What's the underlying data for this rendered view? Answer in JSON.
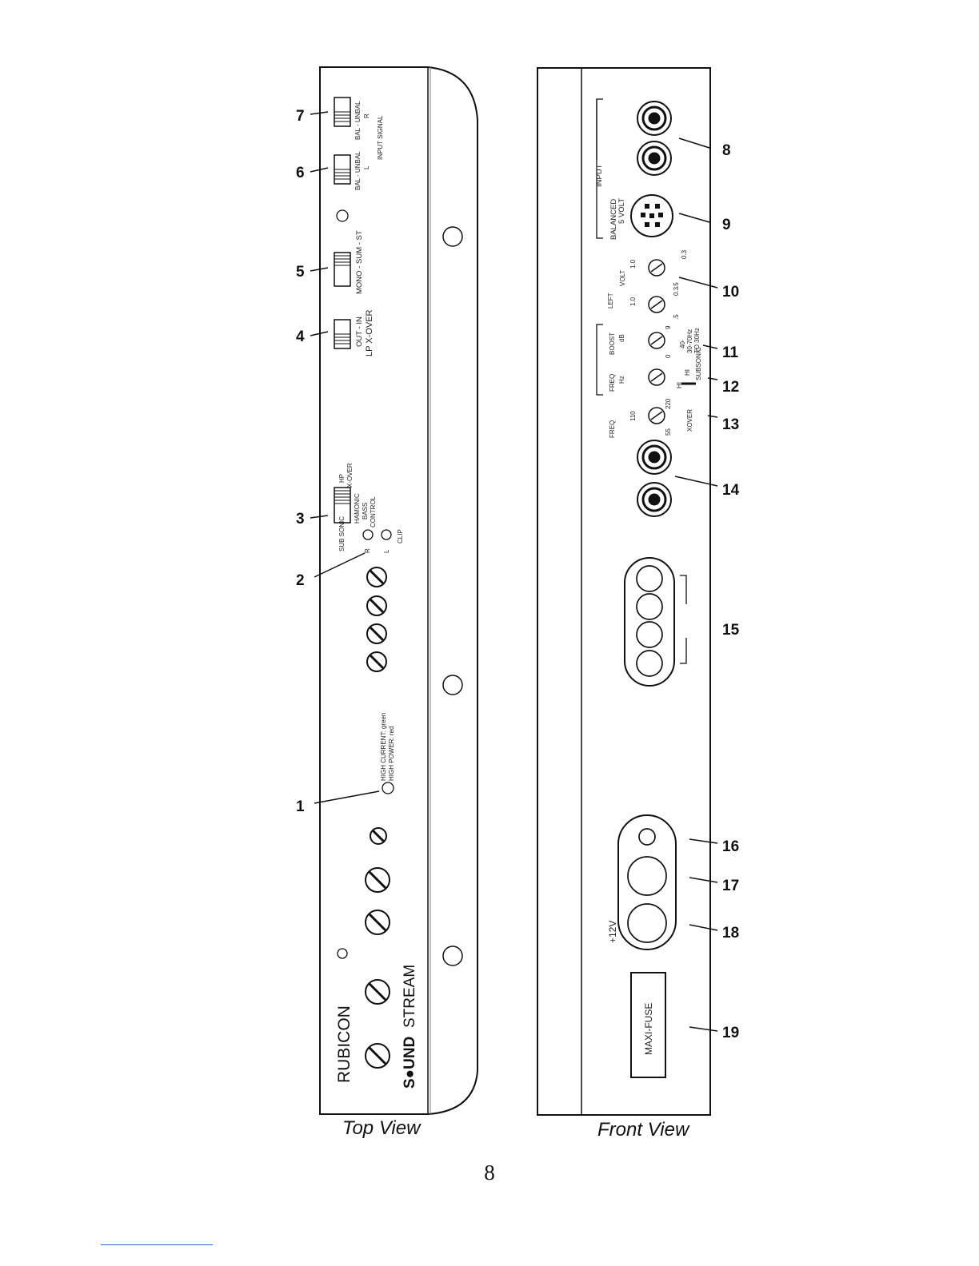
{
  "top_view": {
    "caption": "Top View",
    "brand_model": "RUBICON",
    "brand_name_bold": "S●UND",
    "brand_name_light": "STREAM",
    "switches": {
      "input_signal_label": "INPUT SIGNAL",
      "sw7_label": "BAL - UNBAL",
      "sw7_channel": "R",
      "sw6_label": "BAL - UNBAL",
      "sw6_channel": "L",
      "sw5_label": "MONO - SUM - ST",
      "sw4_label_1": "OUT - IN",
      "sw4_label_2": "LP X-OVER",
      "sw3_left": "SUB SONIC",
      "sw3_mid_1": "HAMONIC",
      "sw3_mid_2": "BASS",
      "sw3_mid_3": "CONTROL",
      "sw3_right_1": "HP",
      "sw3_right_2": "X-OVER"
    },
    "leds": {
      "r": "R",
      "l": "L",
      "clip": "CLIP",
      "status_1": "HIGH CURRENT: green",
      "status_2": "HIGH POWER: red"
    }
  },
  "front_view": {
    "caption": "Front View",
    "input_label": "INPUT",
    "balanced_1": "BALANCED",
    "balanced_2": "5 VOLT",
    "left": "LEFT",
    "volt": "VOLT",
    "boost": "BOOST",
    "db": "dB",
    "freq": "FREQ",
    "hz": "Hz",
    "xover": "XOVER",
    "plus12v": "+12V",
    "fuse": "MAXI-FUSE",
    "volt_scale_1": [
      "1.0",
      ".5",
      "0.3"
    ],
    "volt_scale_2": [
      "1.0",
      ".5",
      "0.3"
    ],
    "boost_scale": [
      "0",
      "9"
    ],
    "subsonic_1": "40-",
    "subsonic_2": "30-70Hz",
    "subsonic_3": "TO 30Hz",
    "subsonic_4": "SUBSONIC",
    "hi_1": "HI",
    "hi_2": "HI",
    "freq_scale": [
      "55",
      "110",
      "220"
    ]
  },
  "callouts": [
    "1",
    "2",
    "3",
    "4",
    "5",
    "6",
    "7",
    "8",
    "9",
    "10",
    "11",
    "12",
    "13",
    "14",
    "15",
    "16",
    "17",
    "18",
    "19"
  ],
  "page_number": "8"
}
